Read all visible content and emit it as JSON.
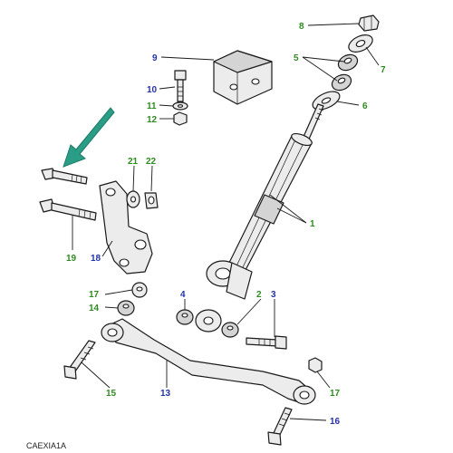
{
  "diagram": {
    "caption": "CAEXIA1A",
    "colors": {
      "callout_green": "#2e8b20",
      "callout_blue": "#2233aa",
      "indicator_arrow": "#2a9d86",
      "line": "#1a1a1a",
      "part_fill": "#ececec"
    },
    "callouts": [
      {
        "id": "c1",
        "label": "1",
        "color": "green"
      },
      {
        "id": "c2",
        "label": "2",
        "color": "green"
      },
      {
        "id": "c3",
        "label": "3",
        "color": "blue"
      },
      {
        "id": "c4",
        "label": "4",
        "color": "blue"
      },
      {
        "id": "c5",
        "label": "5",
        "color": "green"
      },
      {
        "id": "c6",
        "label": "6",
        "color": "green"
      },
      {
        "id": "c7",
        "label": "7",
        "color": "green"
      },
      {
        "id": "c8",
        "label": "8",
        "color": "green"
      },
      {
        "id": "c9",
        "label": "9",
        "color": "blue"
      },
      {
        "id": "c10",
        "label": "10",
        "color": "blue"
      },
      {
        "id": "c11",
        "label": "11",
        "color": "green"
      },
      {
        "id": "c12",
        "label": "12",
        "color": "green"
      },
      {
        "id": "c13",
        "label": "13",
        "color": "blue"
      },
      {
        "id": "c14",
        "label": "14",
        "color": "green"
      },
      {
        "id": "c15",
        "label": "15",
        "color": "green"
      },
      {
        "id": "c16",
        "label": "16",
        "color": "blue"
      },
      {
        "id": "c17a",
        "label": "17",
        "color": "green"
      },
      {
        "id": "c17b",
        "label": "17",
        "color": "green"
      },
      {
        "id": "c18",
        "label": "18",
        "color": "blue"
      },
      {
        "id": "c19",
        "label": "19",
        "color": "green"
      },
      {
        "id": "c21",
        "label": "21",
        "color": "green"
      },
      {
        "id": "c22",
        "label": "22",
        "color": "green"
      }
    ]
  }
}
